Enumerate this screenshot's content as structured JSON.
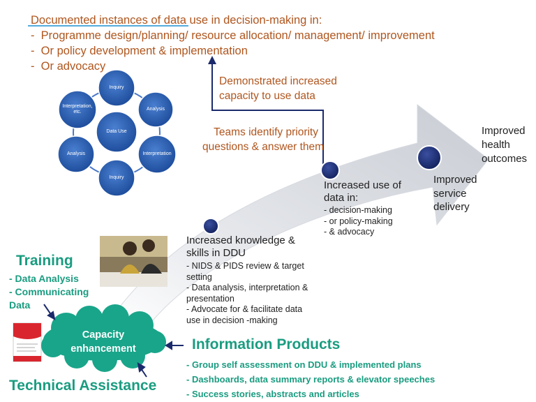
{
  "header": {
    "title": "Documented instances of data use in decision-making in:",
    "items": [
      "Programme design/planning/ resource allocation/ management/ improvement",
      "Or policy development & implementation",
      "Or advocacy"
    ]
  },
  "cycle": {
    "center": "Data Use",
    "nodes": [
      "Inquiry",
      "Analysis",
      "Interpretation",
      "Inquiry",
      "Analysis",
      "Interpretation, etc."
    ]
  },
  "arrow_labels": {
    "demonstrated": [
      "Demonstrated increased",
      "capacity to use data"
    ],
    "teams": [
      "Teams identify priority",
      "questions & answer them"
    ]
  },
  "milestones": {
    "knowledge": {
      "title": [
        "Increased knowledge &",
        "skills in DDU"
      ],
      "items": [
        "NIDS & PIDS review & target",
        "setting",
        "Data analysis, interpretation &",
        "presentation",
        "Advocate for & facilitate data",
        "use in decision -making"
      ]
    },
    "use": {
      "title": [
        "Increased use of",
        "data in:"
      ],
      "items": [
        "decision-making",
        "or policy-making",
        "& advocacy"
      ]
    },
    "service": [
      "Improved",
      "service",
      "delivery"
    ],
    "health": [
      "Improved",
      "health",
      "outcomes"
    ]
  },
  "training": {
    "title": "Training",
    "items": [
      "- Data Analysis",
      "- Communicating",
      "Data"
    ]
  },
  "capacity": [
    "Capacity",
    "enhancement"
  ],
  "technical": "Technical Assistance",
  "products": {
    "title": "Information Products",
    "items": [
      "- Group self assessment on DDU & implemented plans",
      "- Dashboards, data summary reports & elevator speeches",
      "- Success stories, abstracts and articles"
    ]
  },
  "colors": {
    "brown": "#b0561e",
    "teal": "#1a9c80",
    "cloud": "#19a58a",
    "navy": "#1b2a6b",
    "cycle_blue": "#2f5fb3",
    "arrow_gray": "#d3d6dc"
  }
}
